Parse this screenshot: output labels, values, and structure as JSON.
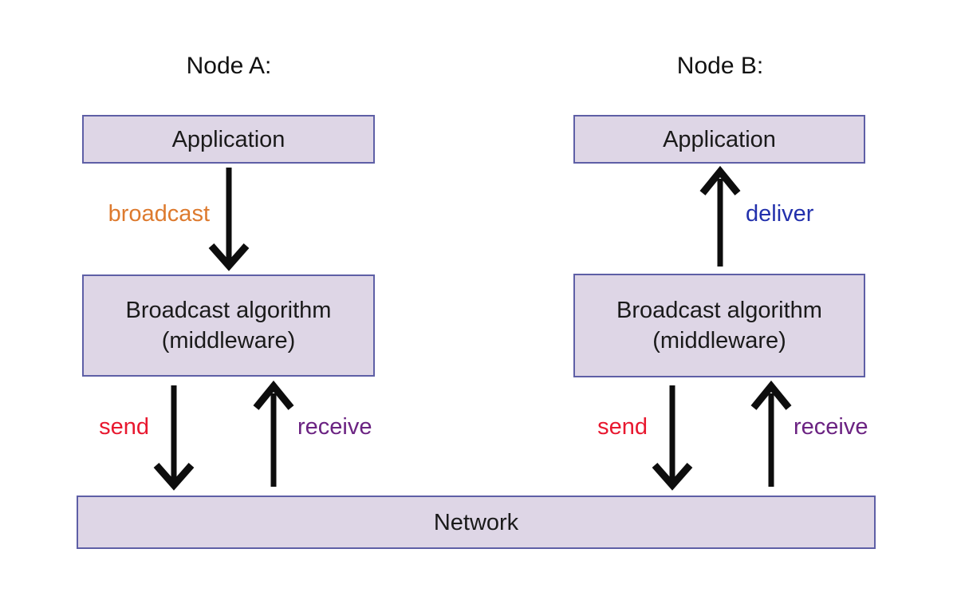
{
  "colors": {
    "box-fill": "#ded6e6",
    "box-border": "#5e5fa6",
    "arrow": "#0d0d0d",
    "broadcast": "#dd7a2e",
    "deliver": "#2230ac",
    "send": "#e8182f",
    "receive": "#6b2382"
  },
  "nodes": [
    {
      "title": "Node A:",
      "application": "Application",
      "middleware_line1": "Broadcast algorithm",
      "middleware_line2": "(middleware)",
      "top_action": "broadcast",
      "send": "send",
      "receive": "receive"
    },
    {
      "title": "Node B:",
      "application": "Application",
      "middleware_line1": "Broadcast algorithm",
      "middleware_line2": "(middleware)",
      "top_action": "deliver",
      "send": "send",
      "receive": "receive"
    }
  ],
  "network_label": "Network"
}
